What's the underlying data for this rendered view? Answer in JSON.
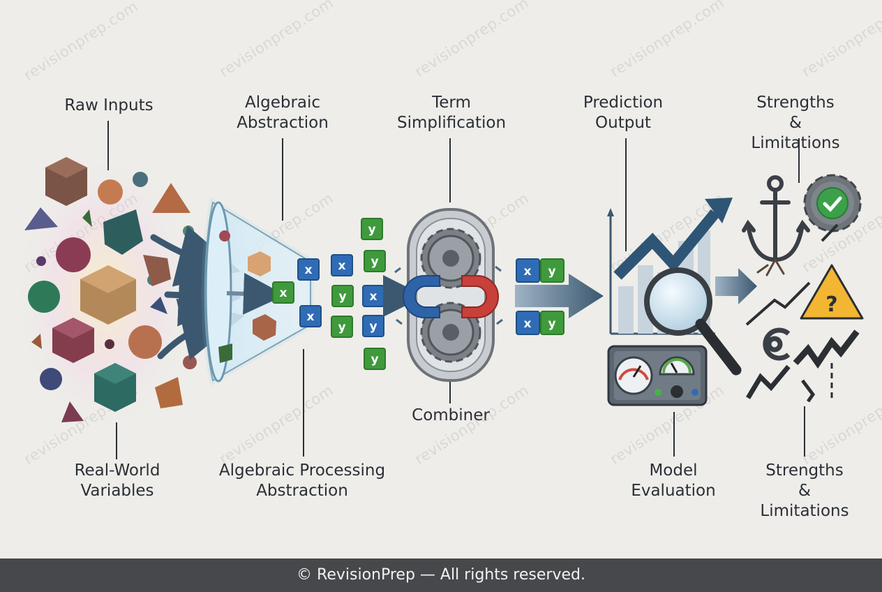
{
  "watermark": "revisionprep.com",
  "labels": {
    "raw_inputs": "Raw Inputs",
    "real_world_variables": "Real-World\nVariables",
    "algebraic_abstraction": "Algebraic\nAbstraction",
    "algebraic_processing": "Algebraic Processing\nAbstraction",
    "term_simplification": "Term\nSimplification",
    "combiner": "Combiner",
    "prediction_output": "Prediction\nOutput",
    "model_evaluation": "Model\nEvaluation",
    "strengths_top": "Strengths &\nLimitations",
    "strengths_bottom": "Strengths &\nLimitations"
  },
  "tiles": {
    "x": "x",
    "y": "y"
  },
  "footer": "© RevisionPrep — All rights reserved.",
  "colors": {
    "background": "#eeede9",
    "x_tile": "#2f6cb5",
    "y_tile": "#3f9a3c",
    "arrow": "#3c5870",
    "warning": "#f2b632",
    "check": "#3aa14a",
    "footer_bg": "#47484b"
  }
}
